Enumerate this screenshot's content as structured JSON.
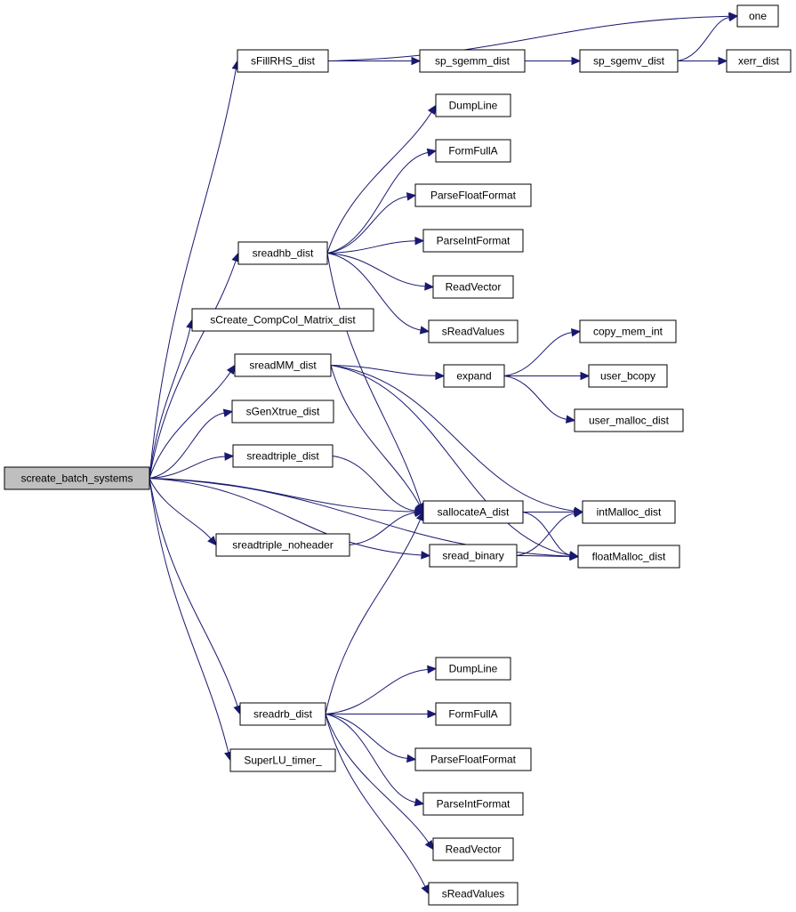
{
  "diagram": {
    "nodes": {
      "root": "screate_batch_systems",
      "sFillRHS_dist": "sFillRHS_dist",
      "one": "one",
      "sp_sgemm_dist": "sp_sgemm_dist",
      "sp_sgemv_dist": "sp_sgemv_dist",
      "xerr_dist": "xerr_dist",
      "DumpLine1": "DumpLine",
      "FormFullA1": "FormFullA",
      "ParseFloatFormat1": "ParseFloatFormat",
      "ParseIntFormat1": "ParseIntFormat",
      "ReadVector1": "ReadVector",
      "sReadValues1": "sReadValues",
      "sreadhb_dist": "sreadhb_dist",
      "sCreate_CompCol_Matrix_dist": "sCreate_CompCol_Matrix_dist",
      "sreadMM_dist": "sreadMM_dist",
      "expand": "expand",
      "copy_mem_int": "copy_mem_int",
      "user_bcopy": "user_bcopy",
      "user_malloc_dist": "user_malloc_dist",
      "sGenXtrue_dist": "sGenXtrue_dist",
      "sreadtriple_dist": "sreadtriple_dist",
      "sallocateA_dist": "sallocateA_dist",
      "intMalloc_dist": "intMalloc_dist",
      "sreadtriple_noheader": "sreadtriple_noheader",
      "sread_binary": "sread_binary",
      "floatMalloc_dist": "floatMalloc_dist",
      "sreadrb_dist": "sreadrb_dist",
      "DumpLine2": "DumpLine",
      "FormFullA2": "FormFullA",
      "ParseFloatFormat2": "ParseFloatFormat",
      "ParseIntFormat2": "ParseIntFormat",
      "ReadVector2": "ReadVector",
      "sReadValues2": "sReadValues",
      "SuperLU_timer_": "SuperLU_timer_"
    },
    "edges": [
      [
        "root",
        "sFillRHS_dist"
      ],
      [
        "root",
        "sreadhb_dist"
      ],
      [
        "root",
        "sCreate_CompCol_Matrix_dist"
      ],
      [
        "root",
        "sreadMM_dist"
      ],
      [
        "root",
        "sGenXtrue_dist"
      ],
      [
        "root",
        "sreadtriple_dist"
      ],
      [
        "root",
        "sallocateA_dist"
      ],
      [
        "root",
        "sreadtriple_noheader"
      ],
      [
        "root",
        "sread_binary"
      ],
      [
        "root",
        "floatMalloc_dist"
      ],
      [
        "root",
        "sreadrb_dist"
      ],
      [
        "root",
        "SuperLU_timer_"
      ],
      [
        "sFillRHS_dist",
        "one"
      ],
      [
        "sFillRHS_dist",
        "sp_sgemm_dist"
      ],
      [
        "sp_sgemm_dist",
        "sp_sgemv_dist"
      ],
      [
        "sp_sgemv_dist",
        "one"
      ],
      [
        "sp_sgemv_dist",
        "xerr_dist"
      ],
      [
        "sreadhb_dist",
        "DumpLine1"
      ],
      [
        "sreadhb_dist",
        "FormFullA1"
      ],
      [
        "sreadhb_dist",
        "ParseFloatFormat1"
      ],
      [
        "sreadhb_dist",
        "ParseIntFormat1"
      ],
      [
        "sreadhb_dist",
        "ReadVector1"
      ],
      [
        "sreadhb_dist",
        "sReadValues1"
      ],
      [
        "sreadhb_dist",
        "sallocateA_dist"
      ],
      [
        "sreadMM_dist",
        "expand"
      ],
      [
        "sreadMM_dist",
        "intMalloc_dist"
      ],
      [
        "sreadMM_dist",
        "sallocateA_dist"
      ],
      [
        "sreadMM_dist",
        "floatMalloc_dist"
      ],
      [
        "expand",
        "copy_mem_int"
      ],
      [
        "expand",
        "user_bcopy"
      ],
      [
        "expand",
        "user_malloc_dist"
      ],
      [
        "sreadtriple_dist",
        "sallocateA_dist"
      ],
      [
        "sreadtriple_noheader",
        "sallocateA_dist"
      ],
      [
        "sallocateA_dist",
        "intMalloc_dist"
      ],
      [
        "sallocateA_dist",
        "floatMalloc_dist"
      ],
      [
        "sread_binary",
        "intMalloc_dist"
      ],
      [
        "sread_binary",
        "floatMalloc_dist"
      ],
      [
        "sreadrb_dist",
        "sallocateA_dist"
      ],
      [
        "sreadrb_dist",
        "DumpLine2"
      ],
      [
        "sreadrb_dist",
        "FormFullA2"
      ],
      [
        "sreadrb_dist",
        "ParseFloatFormat2"
      ],
      [
        "sreadrb_dist",
        "ParseIntFormat2"
      ],
      [
        "sreadrb_dist",
        "ReadVector2"
      ],
      [
        "sreadrb_dist",
        "sReadValues2"
      ]
    ]
  },
  "colors": {
    "edge": "#191970",
    "root_fill": "#bfbfbf",
    "node_fill": "#ffffff",
    "node_stroke": "#000000"
  }
}
